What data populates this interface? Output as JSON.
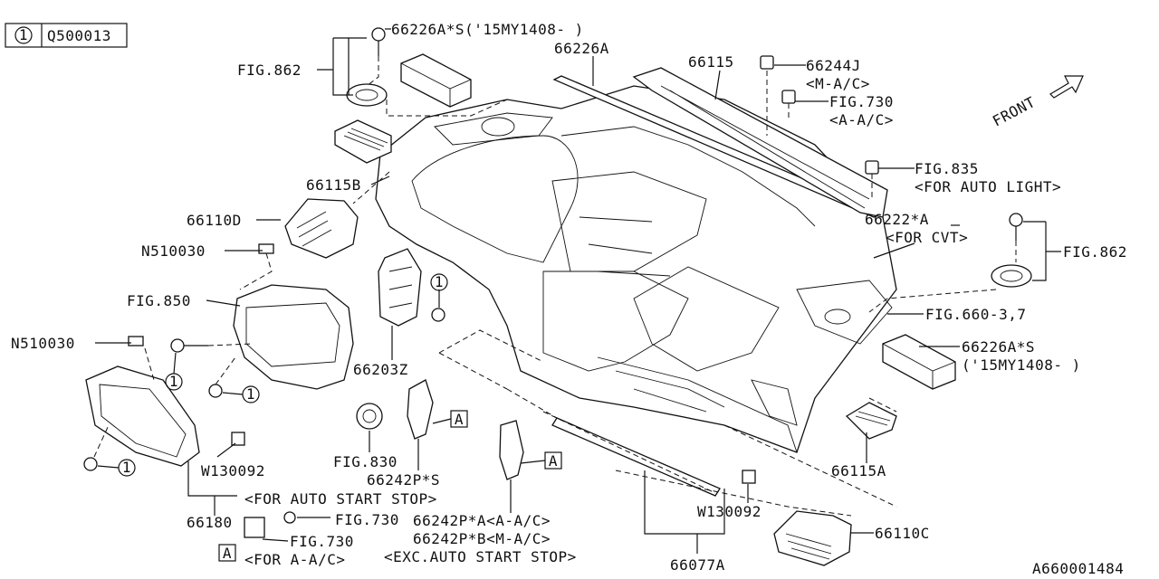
{
  "legend": {
    "symbol": "1",
    "part": "Q500013"
  },
  "markers": {
    "a": "A"
  },
  "labels": {
    "front": "FRONT",
    "p66226AS_top": "66226A*S('15MY1408- )",
    "p66226A": "66226A",
    "p66115": "66115",
    "p66244J": "66244J",
    "p66244J_note": "<M-A/C>",
    "fig730_top": "FIG.730",
    "fig730_top_note": "<A-A/C>",
    "fig835": "FIG.835",
    "fig835_note": "<FOR AUTO LIGHT>",
    "fig862_left": "FIG.862",
    "fig862_right": "FIG.862",
    "p66222A": "66222*A",
    "p66222A_note": "<FOR CVT>",
    "fig660": "FIG.660-3,7",
    "p66226AS_right": "66226A*S",
    "p66226AS_right_note": "('15MY1408- )",
    "p66115A": "66115A",
    "p66110C": "66110C",
    "diagram_id": "A660001484",
    "p66115B": "66115B",
    "p66110D": "66110D",
    "n510030_upper": "N510030",
    "fig850": "FIG.850",
    "n510030_lower": "N510030",
    "p66203Z": "66203Z",
    "fig830": "FIG.830",
    "p66242PS": "66242P*S",
    "w130092_left": "W130092",
    "auto_start_stop_note": "<FOR AUTO START STOP>",
    "p66180": "66180",
    "fig730_mid": "FIG.730",
    "fig730_bottom": "FIG.730",
    "fig730_bottom_note": "<FOR A-A/C>",
    "p66242PA": "66242P*A<A-A/C>",
    "p66242PB": "66242P*B<M-A/C>",
    "exc_auto_start_stop": "<EXC.AUTO START STOP>",
    "w130092_right": "W130092",
    "p66077A": "66077A"
  }
}
